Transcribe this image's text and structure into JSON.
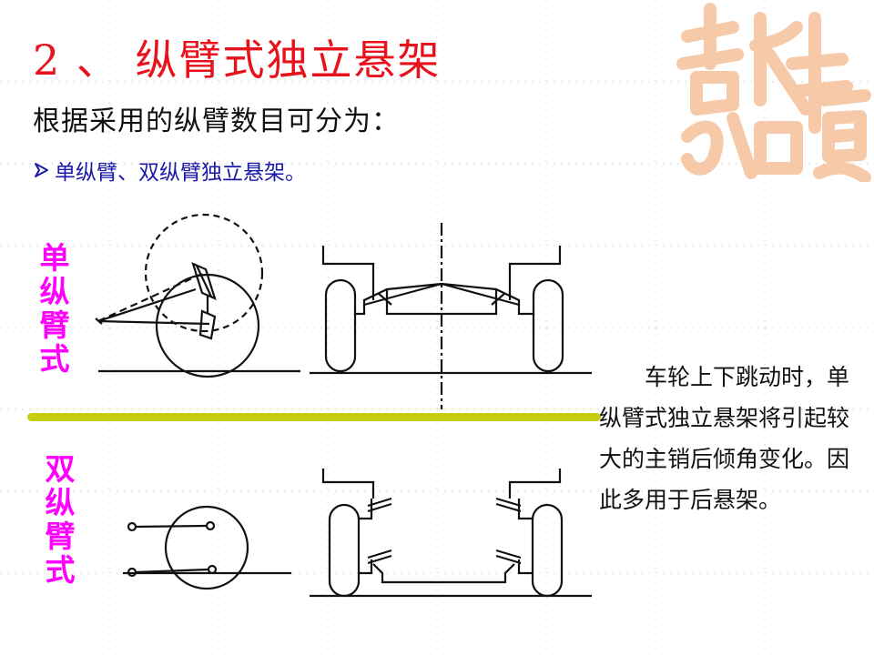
{
  "slide": {
    "title": "2 、 纵臂式独立悬架",
    "subtitle": "根据采用的纵臂数目可分为：",
    "bullet": "单纵臂、双纵臂独立悬架。",
    "label_single": "单纵臂式",
    "label_double": "双纵臂式",
    "description": "车轮上下跳动时，单纵臂式独立悬架将引起较大的主销后倾角变化。因此多用于后悬架。"
  },
  "icons": {
    "bullet": "arrow-bullet-icon",
    "watermark": "auspicious-calligraphy-watermark"
  },
  "colors": {
    "title": "#e8121c",
    "bullet": "#1a1aa8",
    "side_labels": "#ff00ff",
    "divider": "#c6cf0f",
    "watermark": "#f6c9a8",
    "grid": "#d8d8d8"
  }
}
